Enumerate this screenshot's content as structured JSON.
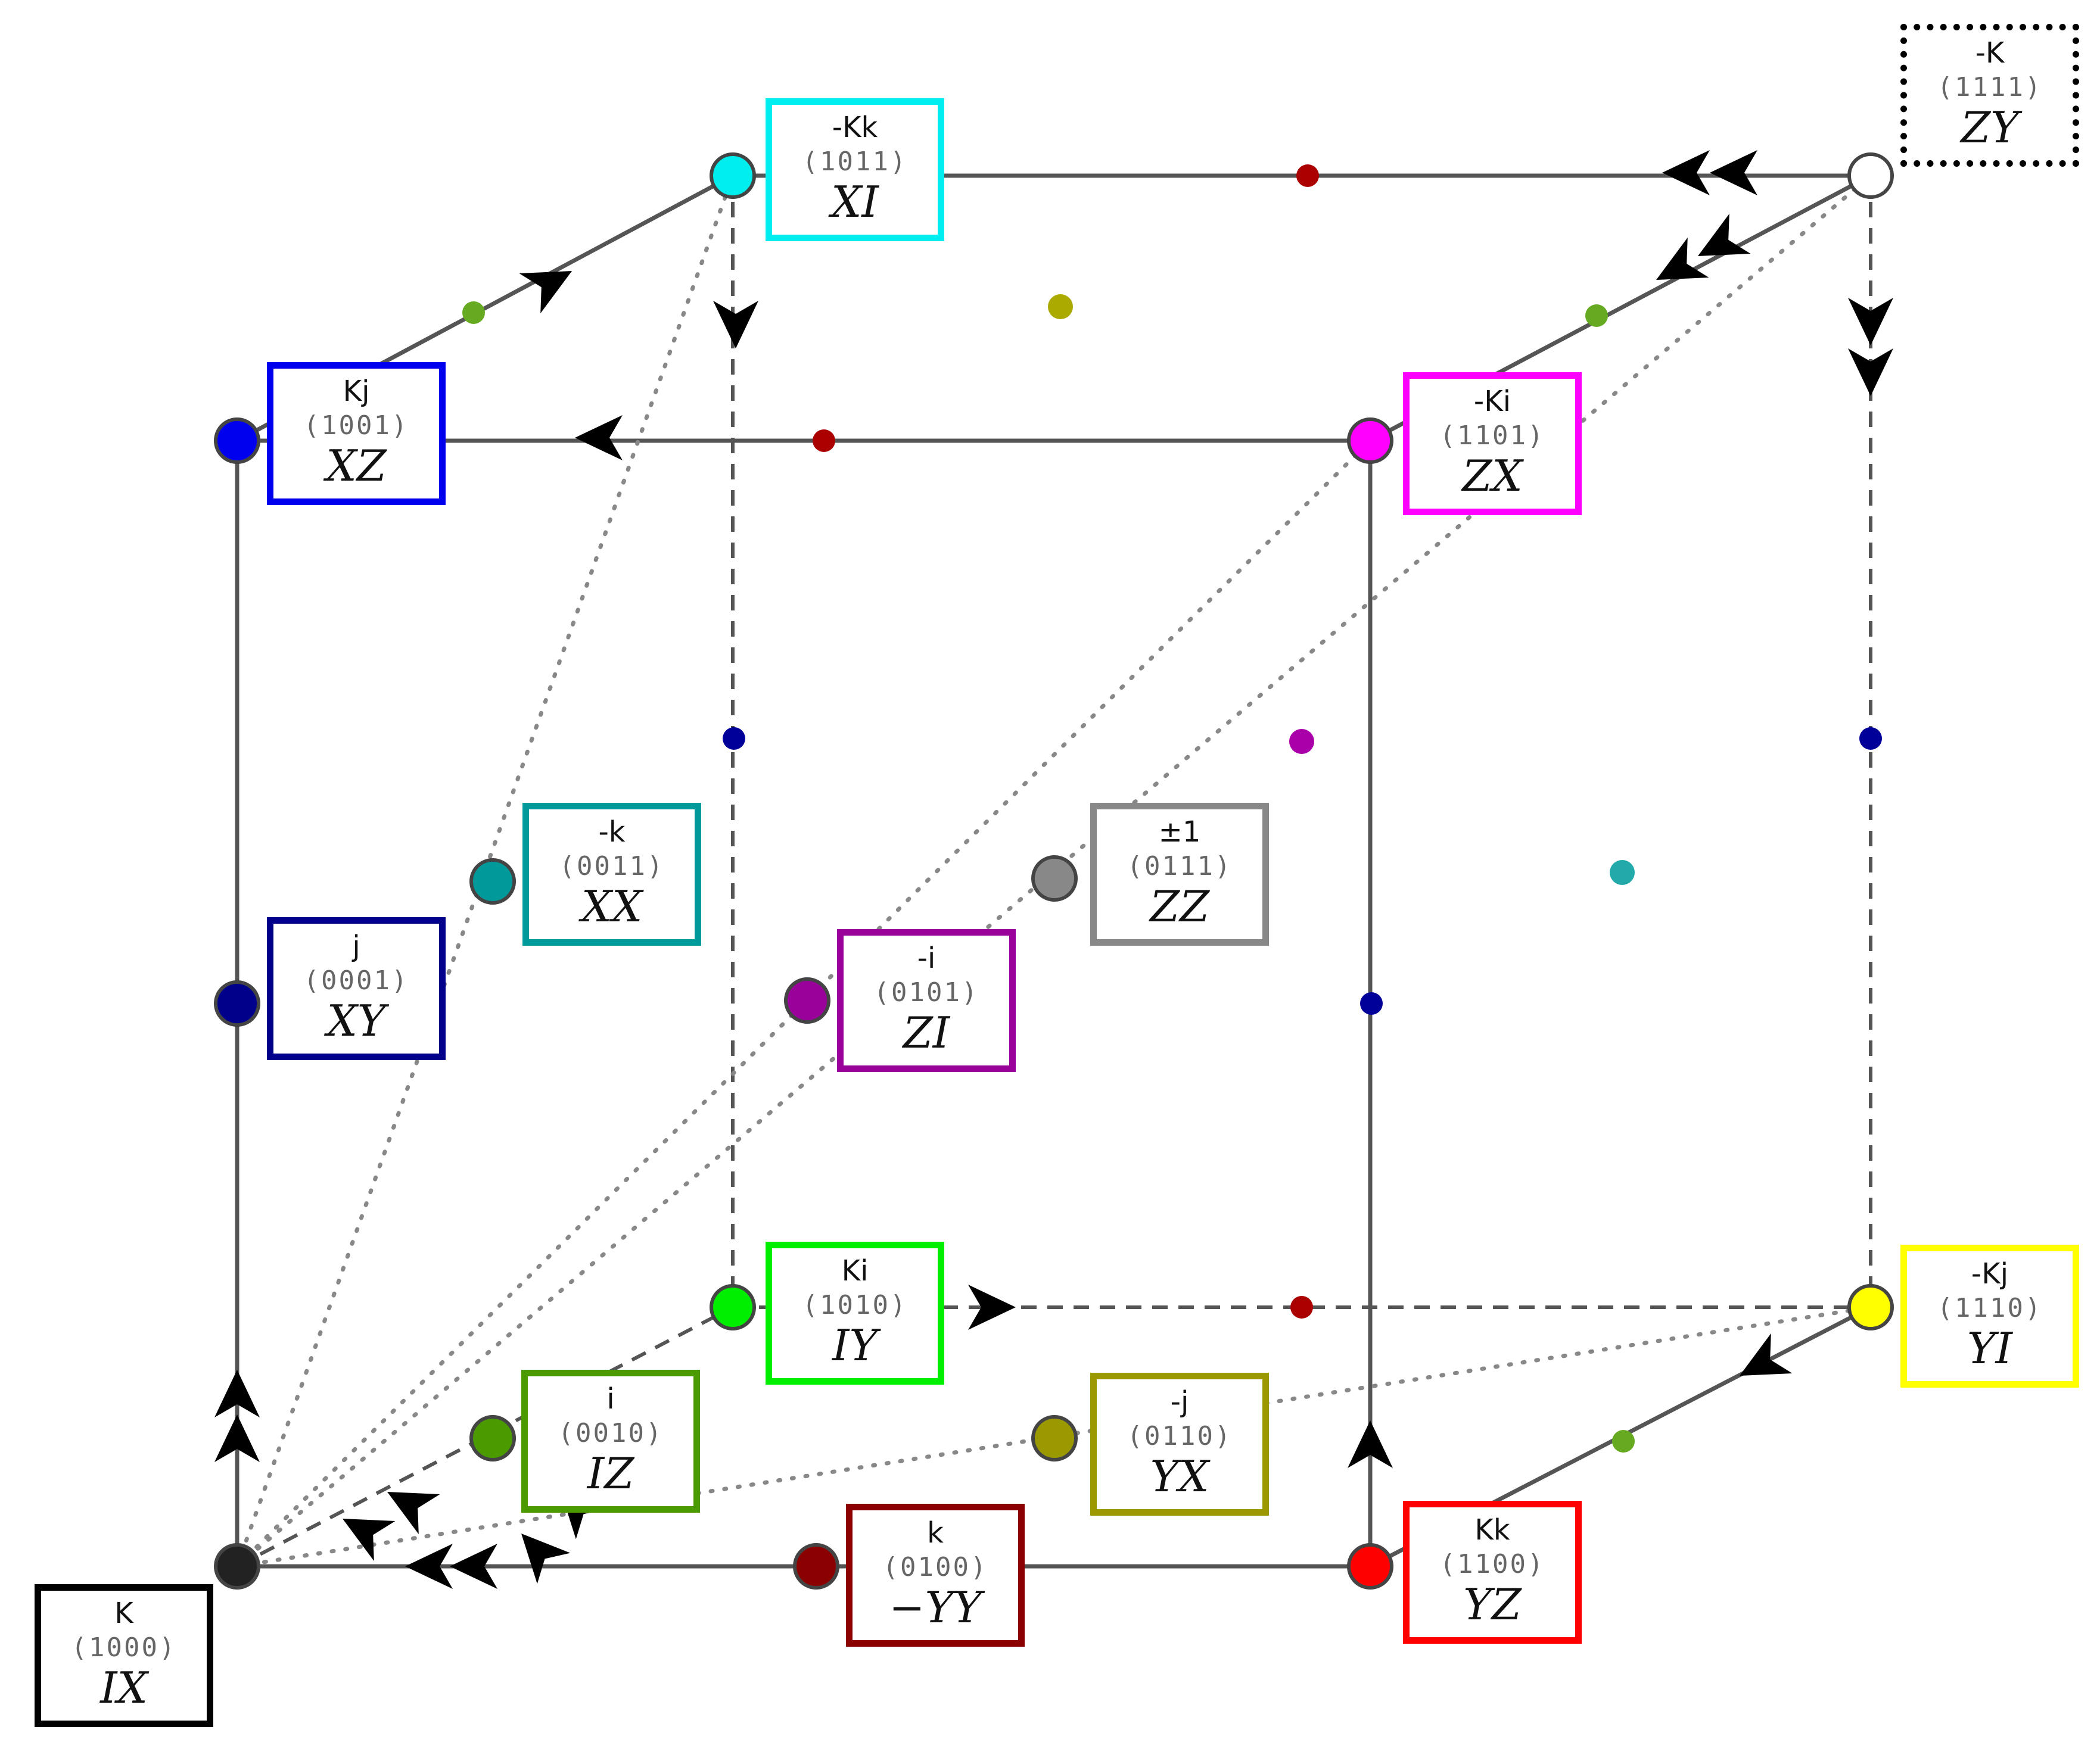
{
  "colors": {
    "edge": "#555555",
    "dashed": "#555555",
    "dotted": "#888888",
    "arrow": "#000000"
  },
  "nodes": [
    {
      "id": "K",
      "quat": "K",
      "bits": "(1000)",
      "pauli": "IX",
      "color": "#000000",
      "fill": "#222222"
    },
    {
      "id": "k",
      "quat": "k",
      "bits": "(0100)",
      "pauli": "−YY",
      "color": "#8b0000",
      "fill": "#8b0000"
    },
    {
      "id": "Kk",
      "quat": "Kk",
      "bits": "(1100)",
      "pauli": "YZ",
      "color": "#ff0000",
      "fill": "#ff0000"
    },
    {
      "id": "i",
      "quat": "i",
      "bits": "(0010)",
      "pauli": "IZ",
      "color": "#4a9a00",
      "fill": "#4a9a00"
    },
    {
      "id": "negj",
      "quat": "-j",
      "bits": "(0110)",
      "pauli": "YX",
      "color": "#9a9a00",
      "fill": "#9a9a00"
    },
    {
      "id": "Ki",
      "quat": "Ki",
      "bits": "(1010)",
      "pauli": "IY",
      "color": "#00ee00",
      "fill": "#00ee00"
    },
    {
      "id": "negKj",
      "quat": "-Kj",
      "bits": "(1110)",
      "pauli": "YI",
      "color": "#ffff00",
      "fill": "#ffff00"
    },
    {
      "id": "j",
      "quat": "j",
      "bits": "(0001)",
      "pauli": "XY",
      "color": "#00008b",
      "fill": "#00008b"
    },
    {
      "id": "negi",
      "quat": "-i",
      "bits": "(0101)",
      "pauli": "ZI",
      "color": "#9a009a",
      "fill": "#9a009a"
    },
    {
      "id": "negk",
      "quat": "-k",
      "bits": "(0011)",
      "pauli": "XX",
      "color": "#009a9a",
      "fill": "#009a9a"
    },
    {
      "id": "pm1",
      "quat": "±1",
      "bits": "(0111)",
      "pauli": "ZZ",
      "color": "#888888",
      "fill": "#888888"
    },
    {
      "id": "Kj",
      "quat": "Kj",
      "bits": "(1001)",
      "pauli": "XZ",
      "color": "#0000ee",
      "fill": "#0000ee"
    },
    {
      "id": "negKi",
      "quat": "-Ki",
      "bits": "(1101)",
      "pauli": "ZX",
      "color": "#ff00ff",
      "fill": "#ff00ff"
    },
    {
      "id": "negKk",
      "quat": "-Kk",
      "bits": "(1011)",
      "pauli": "XI",
      "color": "#00eeee",
      "fill": "#00eeee"
    },
    {
      "id": "negK",
      "quat": "-K",
      "bits": "(1111)",
      "pauli": "ZY",
      "color": "#000000",
      "fill": "#ffffff",
      "dotted_box": true
    }
  ]
}
